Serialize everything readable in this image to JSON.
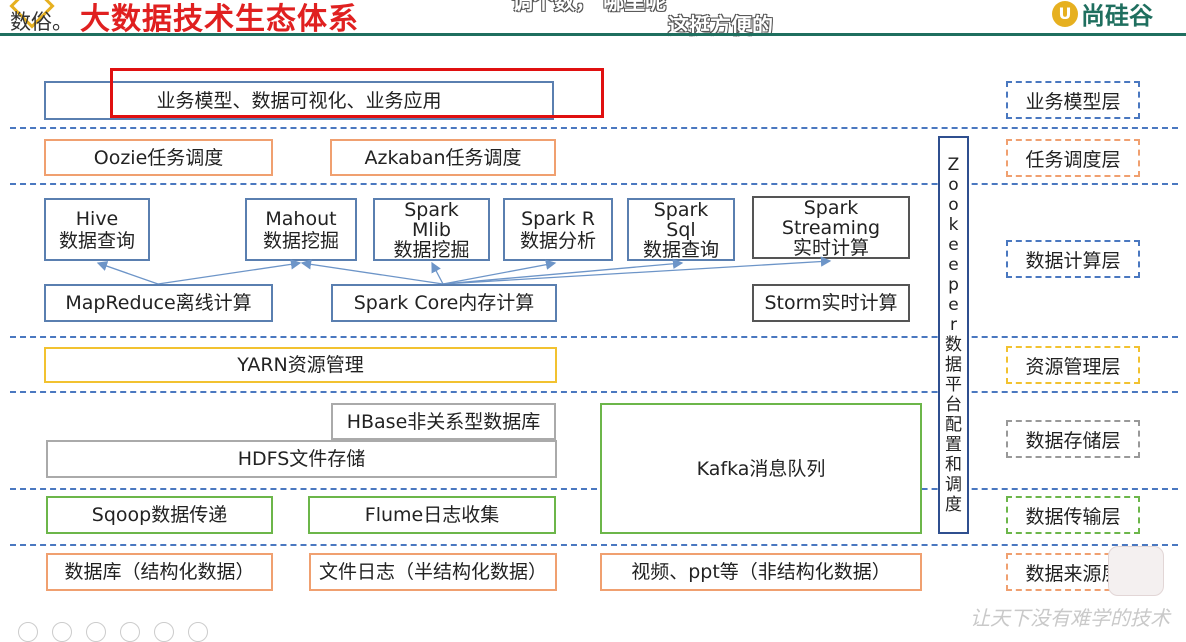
{
  "header": {
    "title": "大数据技术生态体系",
    "left_caption": "数俗。",
    "overlay_top": "调个数，   哪里呢",
    "overlay_sub": "这挺方便的",
    "logo_text": "尚硅谷",
    "logo_mark": "U"
  },
  "rows": {
    "business": {
      "app_box": "业务模型、数据可视化、业务应用"
    },
    "scheduling": {
      "oozie": "Oozie任务调度",
      "azkaban": "Azkaban任务调度"
    },
    "compute": {
      "hive": [
        "Hive",
        "数据查询"
      ],
      "mahout": [
        "Mahout",
        "数据挖掘"
      ],
      "spark_mlib": [
        "Spark",
        "Mlib",
        "数据挖掘"
      ],
      "spark_r": [
        "Spark R",
        "数据分析"
      ],
      "spark_sql": [
        "Spark",
        "Sql",
        "数据查询"
      ],
      "spark_streaming": [
        "Spark",
        "Streaming",
        "实时计算"
      ],
      "mapreduce": "MapReduce离线计算",
      "spark_core": "Spark Core内存计算",
      "storm": "Storm实时计算"
    },
    "resource": {
      "yarn": "YARN资源管理"
    },
    "storage": {
      "hbase": "HBase非关系型数据库",
      "hdfs": "HDFS文件存储",
      "kafka": "Kafka消息队列"
    },
    "transport": {
      "sqoop": "Sqoop数据传递",
      "flume": "Flume日志收集"
    },
    "sources": {
      "database": "数据库（结构化数据）",
      "logs": "文件日志（半结构化数据）",
      "video": "视频、ppt等（非结构化数据）"
    }
  },
  "zookeeper": {
    "chars": [
      "Z",
      "o",
      "o",
      "k",
      "e",
      "e",
      "p",
      "e",
      "r",
      "数",
      "据",
      "平",
      "台",
      "配",
      "置",
      "和",
      "调",
      "度"
    ]
  },
  "layers": {
    "business": "业务模型层",
    "scheduling": "任务调度层",
    "compute": "数据计算层",
    "resource": "资源管理层",
    "storage": "数据存储层",
    "transport": "数据传输层",
    "source": "数据来源层"
  },
  "watermark": "让天下没有难学的技术",
  "colors": {
    "title_red": "#e02020",
    "highlight_red": "#e01010",
    "blue_border": "#5a7fb0",
    "orange_border": "#f0a070",
    "yellow_border": "#f2c230",
    "green_border": "#6cb64a",
    "dashed_line": "#4a78c0",
    "header_rule": "#1f6f5f"
  }
}
